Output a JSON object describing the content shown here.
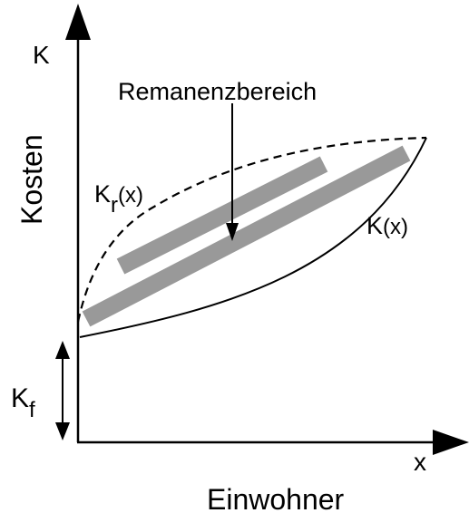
{
  "labels": {
    "y_axis_letter": "K",
    "y_axis_title": "Kosten",
    "x_axis_letter": "x",
    "x_axis_title": "Einwohner",
    "annotation": "Remanenzbereich",
    "curve_k_main": "K",
    "curve_k_arg": "(x)",
    "curve_kr_main": "K",
    "curve_kr_sub": "r",
    "curve_kr_arg": "(x)",
    "fixed_cost_main": "K",
    "fixed_cost_sub": "f"
  },
  "colors": {
    "ink": "#000000",
    "band": "#999999",
    "background": "#ffffff"
  }
}
